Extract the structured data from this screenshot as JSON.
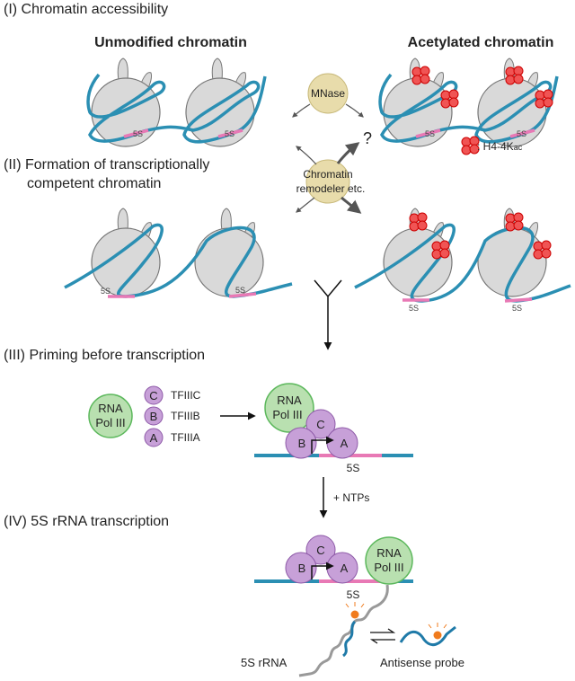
{
  "sections": {
    "s1": "(I) Chromatin accessibility",
    "s2a": "(II) Formation of transcriptionally",
    "s2b": "competent chromatin",
    "s3": "(III) Priming before transcription",
    "s4": "(IV) 5S rRNA transcription"
  },
  "headers": {
    "unmodified": "Unmodified chromatin",
    "acetylated": "Acetylated chromatin"
  },
  "enzymes": {
    "mnase": "MNase",
    "remodeler_1": "Chromatin",
    "remodeler_2": "remodeler etc.",
    "question": "?"
  },
  "legend": {
    "acetyl_label": ": H4-4K",
    "acetyl_sub": "ac"
  },
  "gene_label": "5S",
  "factors": {
    "pol_line1": "RNA",
    "pol_line2": "Pol III",
    "c_letter": "C",
    "c_name": "TFIIIC",
    "b_letter": "B",
    "b_name": "TFIIIB",
    "a_letter": "A",
    "a_name": "TFIIIA"
  },
  "ntps": "+ NTPs",
  "rrna_label": "5S rRNA",
  "probe_label": "Antisense probe",
  "colors": {
    "dna": "#2b8fb3",
    "gene": "#e879b5",
    "histone": "#d9d9d9",
    "acetyl": "#e53935",
    "enzyme": "#e8dcab",
    "pol": "#b9e0b0",
    "pol_border": "#5cb85c",
    "tf": "#c7a0d8",
    "tf_border": "#8e5aa8",
    "probe_dot": "#f07b1d"
  }
}
